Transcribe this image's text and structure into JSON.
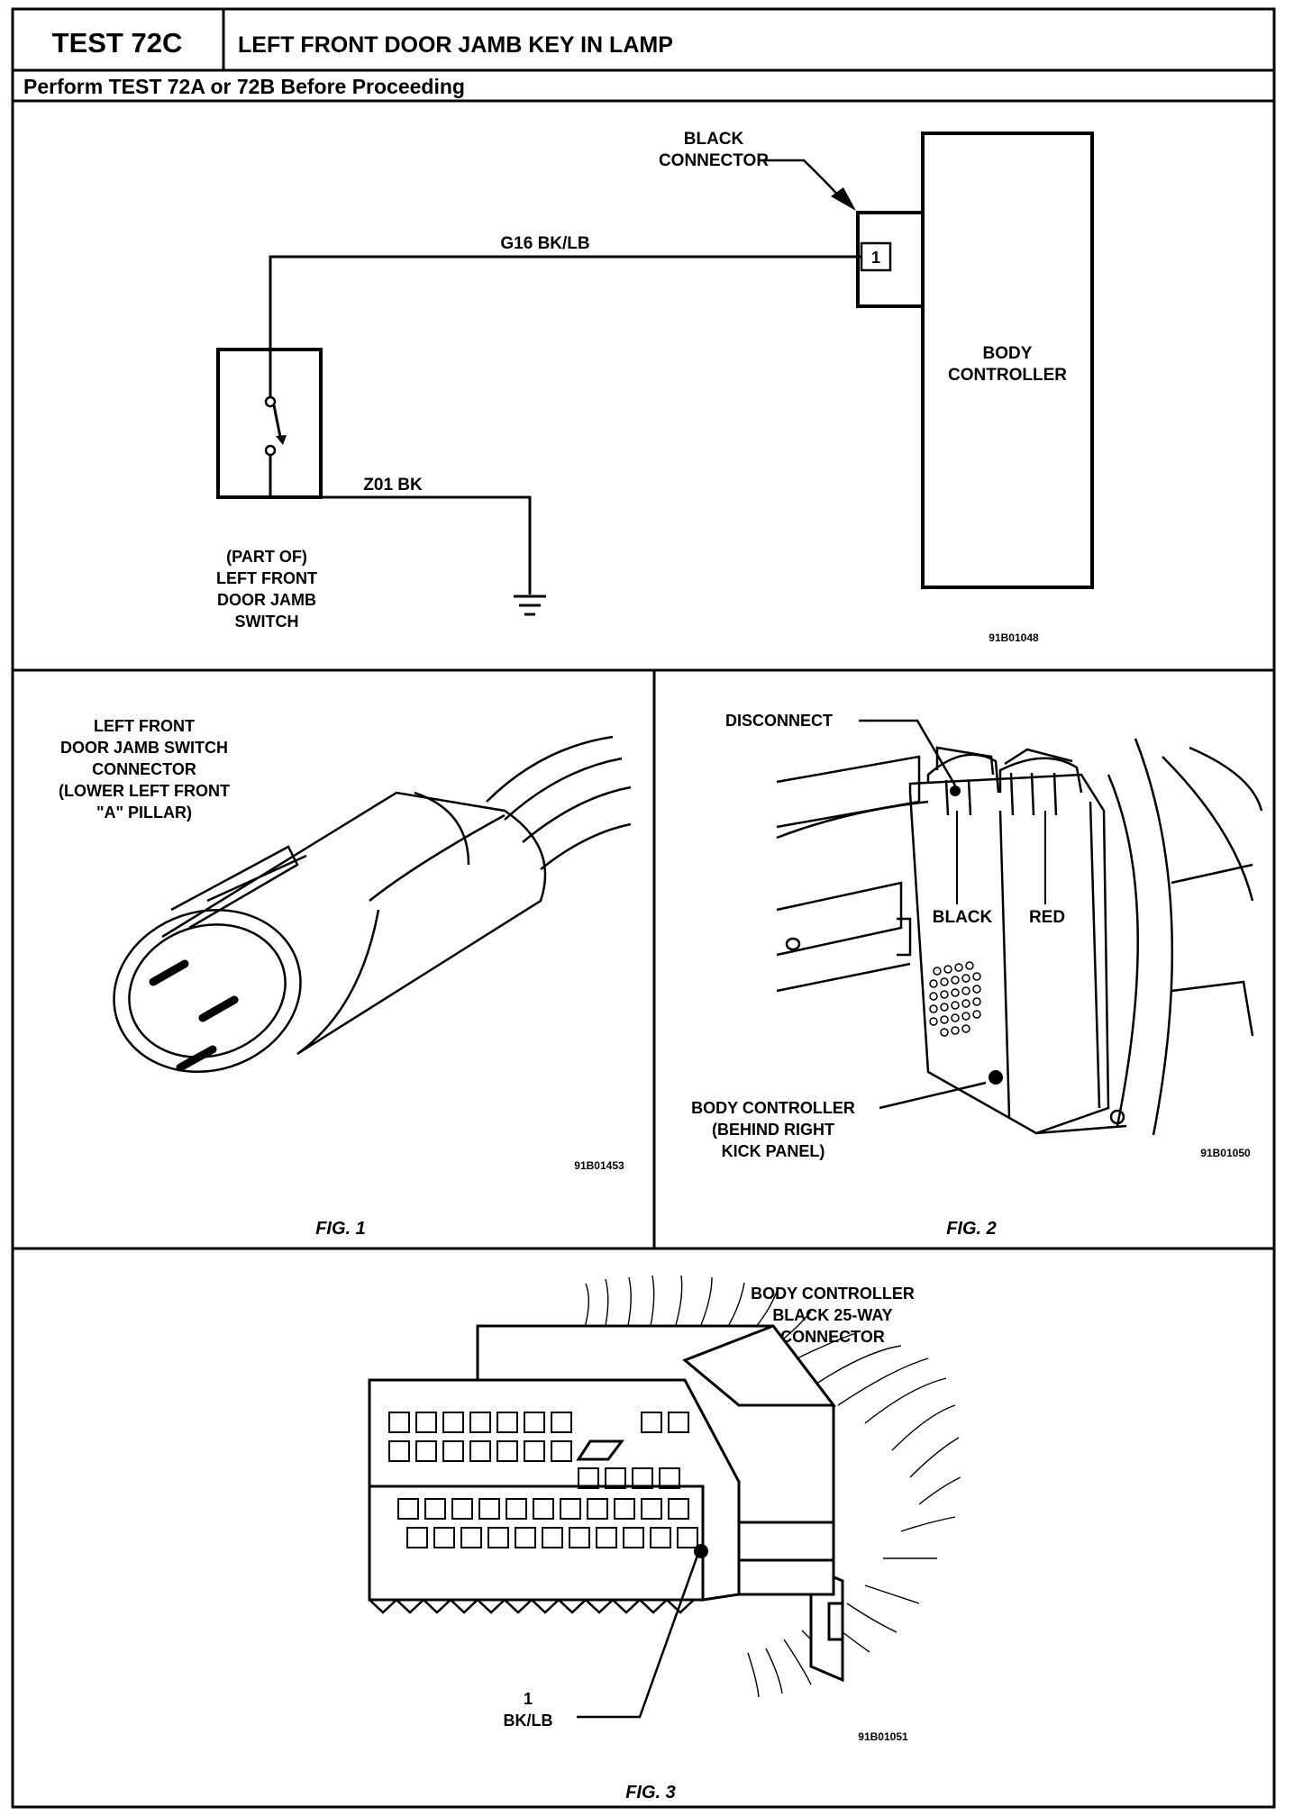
{
  "header": {
    "test_id": "TEST 72C",
    "title": "LEFT FRONT DOOR JAMB KEY IN LAMP",
    "prerequisite": "Perform TEST 72A or 72B Before Proceeding"
  },
  "schematic": {
    "connector_label_line1": "BLACK",
    "connector_label_line2": "CONNECTOR",
    "pin_number": "1",
    "wire_top": "G16  BK/LB",
    "wire_bottom": "Z01  BK",
    "controller_line1": "BODY",
    "controller_line2": "CONTROLLER",
    "switch_line1": "(PART  OF)",
    "switch_line2": "LEFT  FRONT",
    "switch_line3": "DOOR  JAMB",
    "switch_line4": "SWITCH",
    "code": "91B01048"
  },
  "fig1": {
    "line1": "LEFT FRONT",
    "line2": "DOOR JAMB SWITCH",
    "line3": "CONNECTOR",
    "line4": "(LOWER LEFT FRONT",
    "line5": "\"A\" PILLAR)",
    "code": "91B01453",
    "caption": "FIG. 1"
  },
  "fig2": {
    "disconnect": "DISCONNECT",
    "black": "BLACK",
    "red": "RED",
    "bc_line1": "BODY CONTROLLER",
    "bc_line2": "(BEHIND RIGHT",
    "bc_line3": "KICK PANEL)",
    "code": "91B01050",
    "caption": "FIG. 2"
  },
  "fig3": {
    "line1": "BODY CONTROLLER",
    "line2": "BLACK 25-WAY",
    "line3": "CONNECTOR",
    "pin_number": "1",
    "pin_color": "BK/LB",
    "code": "91B01051",
    "caption": "FIG. 3"
  }
}
